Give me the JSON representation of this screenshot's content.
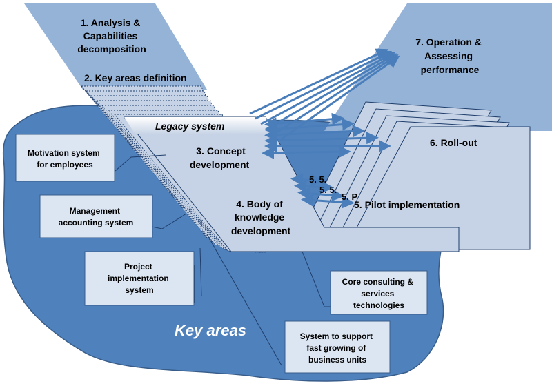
{
  "phases": {
    "analysis": [
      "1. Analysis &",
      "Capabilities",
      "decomposition"
    ],
    "key_areas_definition": "2. Key areas definition",
    "legacy_system": "Legacy system",
    "concept_development": [
      "3. Concept",
      "development"
    ],
    "body_of_knowledge": [
      "4. Body of",
      "knowledge",
      "development"
    ],
    "pilot_fragments": [
      "5. 5.",
      "5. 5.",
      "5. P"
    ],
    "pilot_implementation": "5. Pilot implementation",
    "roll_out": "6. Roll-out",
    "operation": [
      "7. Operation &",
      "Assessing",
      "performance"
    ]
  },
  "key_areas_label": "Key areas",
  "area_boxes": {
    "motivation": [
      "Motivation system",
      "for  employees"
    ],
    "management": [
      "Management",
      "accounting system"
    ],
    "project": [
      "Project",
      "implementation",
      "system"
    ],
    "core_consulting": [
      "Core consulting &",
      "services",
      "technologies"
    ],
    "fast_growing": [
      "System to support",
      "fast growing  of",
      "business units"
    ]
  },
  "colors": {
    "light_blue": "#95b3d7",
    "blob_blue": "#4f81bd",
    "panel_blue": "#c6d3e6",
    "arrow_blue": "#4a7ebb",
    "box_fill": "#dce6f2"
  }
}
